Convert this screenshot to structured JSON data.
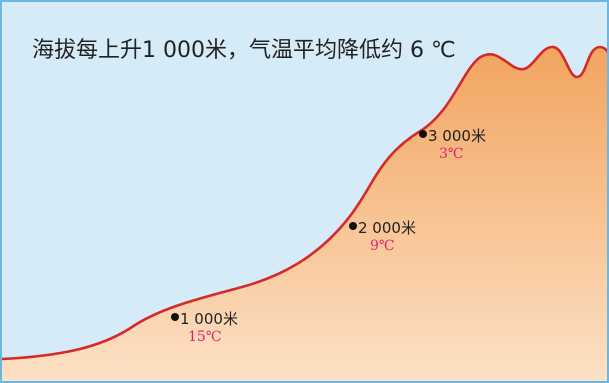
{
  "title": "海拔每上升1 000米，气温平均降低约 6 ℃",
  "colors": {
    "sky": "#d5ecf8",
    "mountain_top": "#f2a45f",
    "mountain_bottom": "#fde3c9",
    "ridge_line": "#d42a2a",
    "temp_text": "#e0246b",
    "border": "#6bb7df"
  },
  "points": [
    {
      "altitude": "1 000米",
      "temperature": "15℃"
    },
    {
      "altitude": "2 000米",
      "temperature": "9℃"
    },
    {
      "altitude": "3 000米",
      "temperature": "3℃"
    }
  ]
}
